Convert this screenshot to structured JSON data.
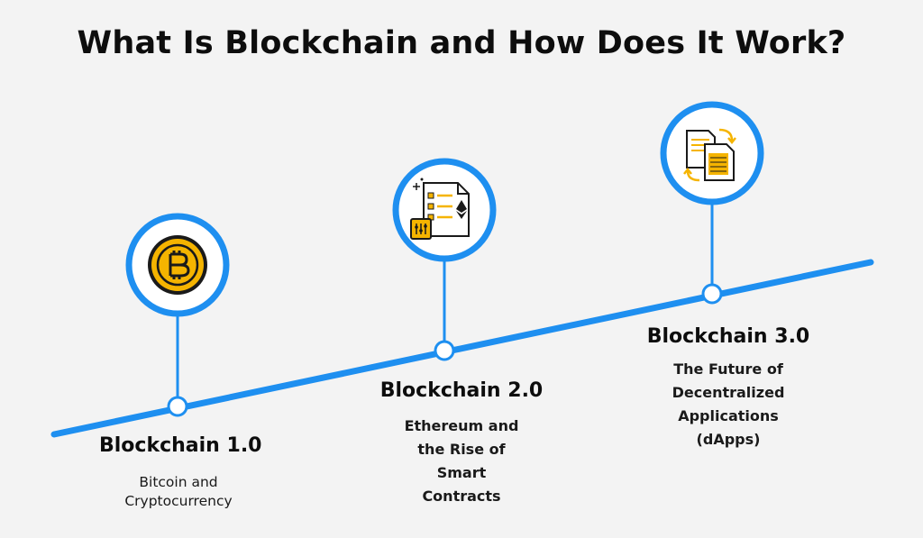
{
  "title": "What Is Blockchain and How Does It Work?",
  "colors": {
    "accent": "#1e8ff0",
    "background": "#f3f3f3",
    "text": "#0d0d0d",
    "coin": "#f5b400"
  },
  "stages": [
    {
      "title": "Blockchain 1.0",
      "description": "Bitcoin and\nCryptocurrency",
      "icon": "bitcoin-coin-icon"
    },
    {
      "title": "Blockchain 2.0",
      "description": "Ethereum and\nthe Rise of\nSmart\nContracts",
      "icon": "smart-contract-ethereum-icon"
    },
    {
      "title": "Blockchain 3.0",
      "description": "The Future of\nDecentralized\nApplications\n(dApps)",
      "icon": "decentralized-documents-icon"
    }
  ]
}
